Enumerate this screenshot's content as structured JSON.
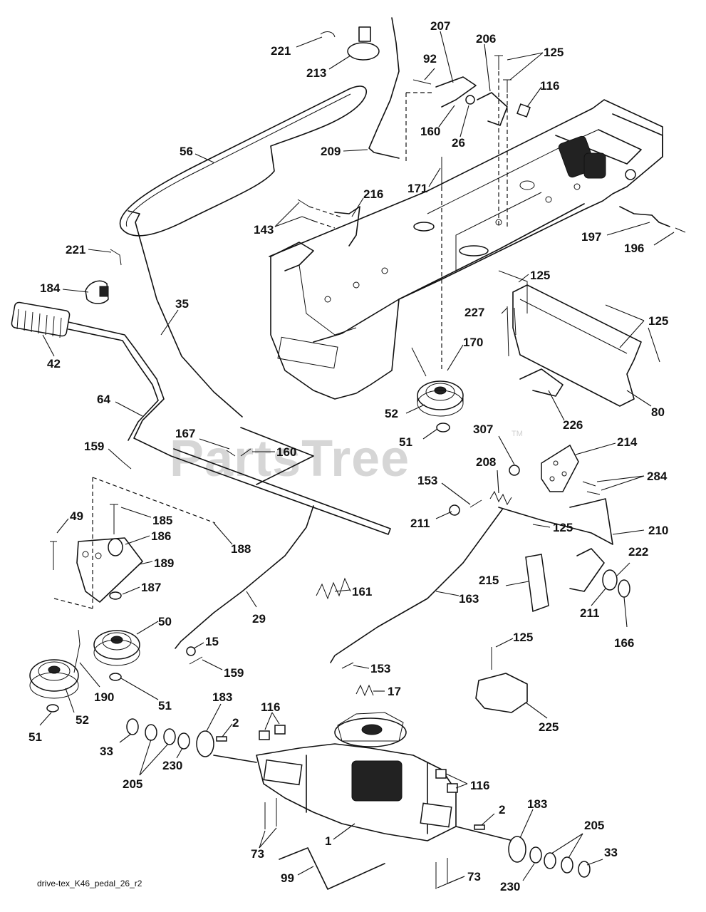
{
  "diagram": {
    "watermark": "PartsTree",
    "watermark_mark": "TM",
    "footer_caption": "drive-tex_K46_pedal_26_r2",
    "callouts": [
      {
        "id": "c221a",
        "label": "221"
      },
      {
        "id": "c213",
        "label": "213"
      },
      {
        "id": "c207",
        "label": "207"
      },
      {
        "id": "c206",
        "label": "206"
      },
      {
        "id": "c125a",
        "label": "125"
      },
      {
        "id": "c92",
        "label": "92"
      },
      {
        "id": "c116a",
        "label": "116"
      },
      {
        "id": "c160a",
        "label": "160"
      },
      {
        "id": "c26",
        "label": "26"
      },
      {
        "id": "c56",
        "label": "56"
      },
      {
        "id": "c209",
        "label": "209"
      },
      {
        "id": "c171",
        "label": "171"
      },
      {
        "id": "c216",
        "label": "216"
      },
      {
        "id": "c143",
        "label": "143"
      },
      {
        "id": "c197",
        "label": "197"
      },
      {
        "id": "c196",
        "label": "196"
      },
      {
        "id": "c221b",
        "label": "221"
      },
      {
        "id": "c125b",
        "label": "125"
      },
      {
        "id": "c184",
        "label": "184"
      },
      {
        "id": "c35",
        "label": "35"
      },
      {
        "id": "c227",
        "label": "227"
      },
      {
        "id": "c125c",
        "label": "125"
      },
      {
        "id": "c42",
        "label": "42"
      },
      {
        "id": "c170",
        "label": "170"
      },
      {
        "id": "c64",
        "label": "64"
      },
      {
        "id": "c52a",
        "label": "52"
      },
      {
        "id": "c80",
        "label": "80"
      },
      {
        "id": "c226",
        "label": "226"
      },
      {
        "id": "c167",
        "label": "167"
      },
      {
        "id": "c160b",
        "label": "160"
      },
      {
        "id": "c51a",
        "label": "51"
      },
      {
        "id": "c307",
        "label": "307"
      },
      {
        "id": "c214",
        "label": "214"
      },
      {
        "id": "c159a",
        "label": "159"
      },
      {
        "id": "c208",
        "label": "208"
      },
      {
        "id": "c284",
        "label": "284"
      },
      {
        "id": "c153a",
        "label": "153"
      },
      {
        "id": "c49",
        "label": "49"
      },
      {
        "id": "c185",
        "label": "185"
      },
      {
        "id": "c211a",
        "label": "211"
      },
      {
        "id": "c125d",
        "label": "125"
      },
      {
        "id": "c210",
        "label": "210"
      },
      {
        "id": "c186",
        "label": "186"
      },
      {
        "id": "c188",
        "label": "188"
      },
      {
        "id": "c189",
        "label": "189"
      },
      {
        "id": "c222",
        "label": "222"
      },
      {
        "id": "c187",
        "label": "187"
      },
      {
        "id": "c161",
        "label": "161"
      },
      {
        "id": "c215",
        "label": "215"
      },
      {
        "id": "c163",
        "label": "163"
      },
      {
        "id": "c50",
        "label": "50"
      },
      {
        "id": "c29",
        "label": "29"
      },
      {
        "id": "c211b",
        "label": "211"
      },
      {
        "id": "c166",
        "label": "166"
      },
      {
        "id": "c15",
        "label": "15"
      },
      {
        "id": "c125e",
        "label": "125"
      },
      {
        "id": "c159b",
        "label": "159"
      },
      {
        "id": "c190",
        "label": "190"
      },
      {
        "id": "c153b",
        "label": "153"
      },
      {
        "id": "c51b",
        "label": "51"
      },
      {
        "id": "c17",
        "label": "17"
      },
      {
        "id": "c183a",
        "label": "183"
      },
      {
        "id": "c116b",
        "label": "116"
      },
      {
        "id": "c225",
        "label": "225"
      },
      {
        "id": "c51c",
        "label": "51"
      },
      {
        "id": "c52b",
        "label": "52"
      },
      {
        "id": "c2a",
        "label": "2"
      },
      {
        "id": "c33a",
        "label": "33"
      },
      {
        "id": "c230a",
        "label": "230"
      },
      {
        "id": "c205a",
        "label": "205"
      },
      {
        "id": "c116c",
        "label": "116"
      },
      {
        "id": "c2b",
        "label": "2"
      },
      {
        "id": "c183b",
        "label": "183"
      },
      {
        "id": "c205b",
        "label": "205"
      },
      {
        "id": "c1",
        "label": "1"
      },
      {
        "id": "c33b",
        "label": "33"
      },
      {
        "id": "c73a",
        "label": "73"
      },
      {
        "id": "c73b",
        "label": "73"
      },
      {
        "id": "c230b",
        "label": "230"
      },
      {
        "id": "c99",
        "label": "99"
      }
    ]
  }
}
